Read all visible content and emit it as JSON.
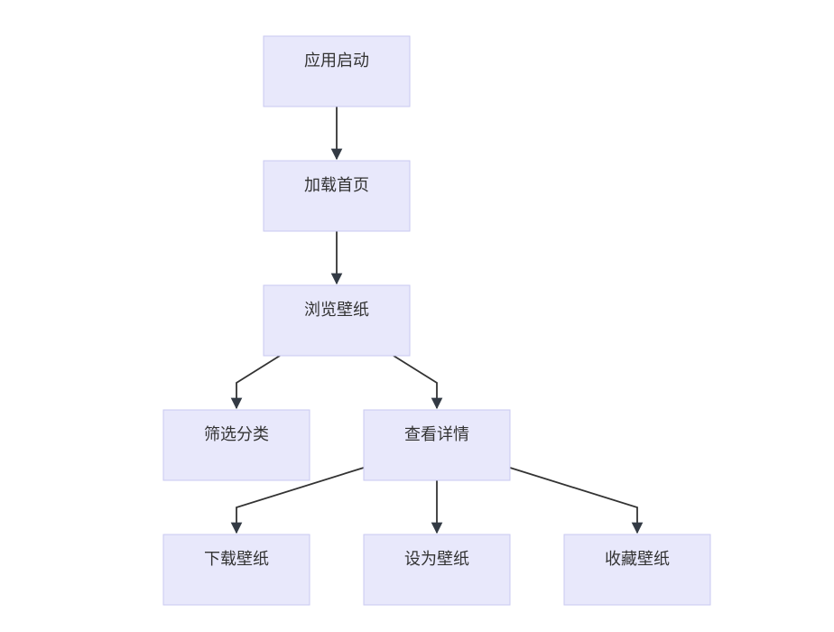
{
  "nodes": {
    "start": {
      "label": "应用启动"
    },
    "home": {
      "label": "加载首页"
    },
    "browse": {
      "label": "浏览壁纸"
    },
    "filter": {
      "label": "筛选分类"
    },
    "detail": {
      "label": "查看详情"
    },
    "download": {
      "label": "下载壁纸"
    },
    "set": {
      "label": "设为壁纸"
    },
    "favorite": {
      "label": "收藏壁纸"
    }
  },
  "edges": [
    {
      "from": "start",
      "to": "home"
    },
    {
      "from": "home",
      "to": "browse"
    },
    {
      "from": "browse",
      "to": "filter"
    },
    {
      "from": "browse",
      "to": "detail"
    },
    {
      "from": "detail",
      "to": "download"
    },
    {
      "from": "detail",
      "to": "set"
    },
    {
      "from": "detail",
      "to": "favorite"
    }
  ],
  "colors": {
    "node_fill": "#e8e8fb",
    "node_stroke": "#c9c9f0",
    "edge": "#333333",
    "text": "#333333"
  }
}
